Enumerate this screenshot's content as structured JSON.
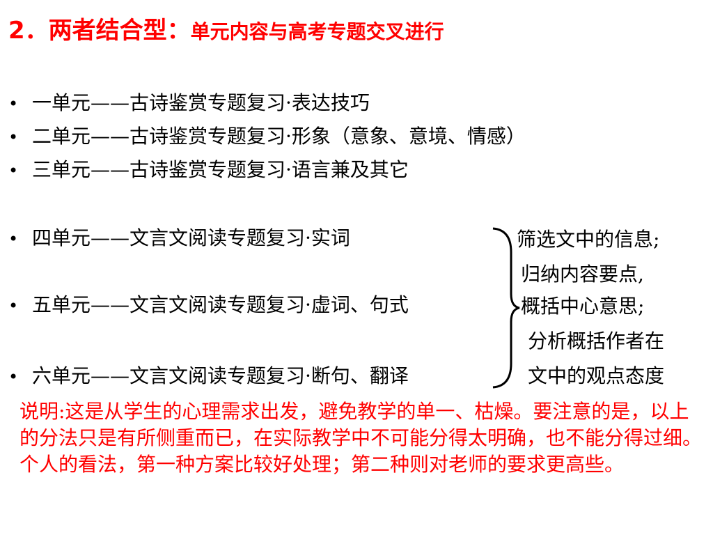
{
  "title": {
    "number": "2．",
    "main": "两者结合型：",
    "sub": "单元内容与高考专题交叉进行"
  },
  "bullets": [
    {
      "dot": "•",
      "text": "一单元——古诗鉴赏专题复习·表达技巧"
    },
    {
      "dot": "•",
      "text": "二单元——古诗鉴赏专题复习·形象（意象、意境、情感）"
    },
    {
      "dot": "•",
      "text": "三单元——古诗鉴赏专题复习·语言兼及其它"
    },
    {
      "dot": "•",
      "text": "四单元——文言文阅读专题复习·实词"
    },
    {
      "dot": "•",
      "text": "五单元——文言文阅读专题复习·虚词、句式"
    },
    {
      "dot": "•",
      "text": "六单元——文言文阅读专题复习·断句、翻译"
    }
  ],
  "right_notes": [
    "筛选文中的信息;",
    "归纳内容要点,",
    "概括中心意思;",
    "分析概括作者在",
    "文中的观点态度"
  ],
  "explanation": "说明:这是从学生的心理需求出发，避免教学的单一、枯燥。要注意的是，以上的分法只是有所侧重而已，在实际教学中不可能分得太明确，也不能分得过细。个人的看法，第一种方案比较好处理；第二种则对老师的要求更高些。",
  "colors": {
    "title": "#ff0000",
    "body": "#000000",
    "explanation": "#ff0000",
    "background": "#ffffff"
  }
}
